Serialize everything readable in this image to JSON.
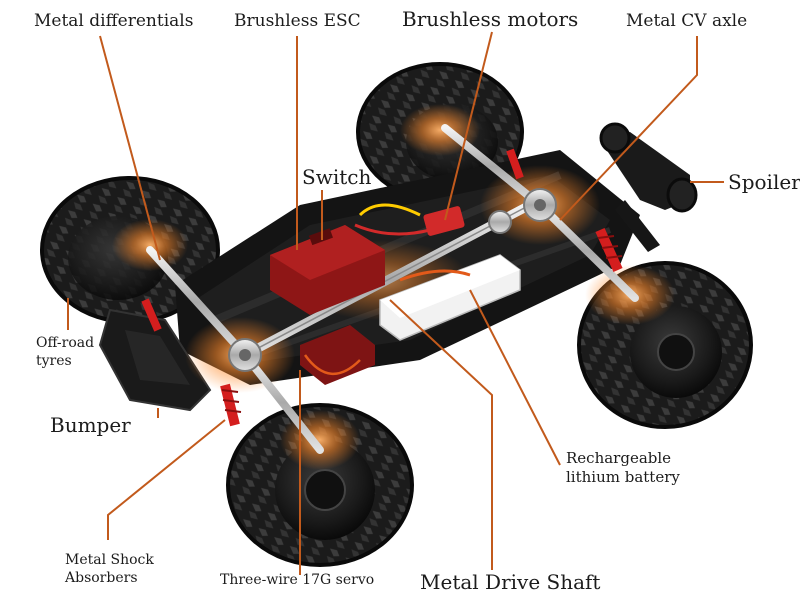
{
  "callouts": {
    "metal_differentials": "Metal differentials",
    "brushless_esc": "Brushless ESC",
    "brushless_motors": "Brushless motors",
    "metal_cv_axle": "Metal CV axle",
    "switch": "Switch",
    "spoiler": "Spoiler",
    "offroad_tyres_line1": "Off-road",
    "offroad_tyres_line2": "tyres",
    "bumper": "Bumper",
    "rechargeable_battery_line1": "Rechargeable",
    "rechargeable_battery_line2": "lithium battery",
    "metal_shock_absorbers_line1": "Metal Shock",
    "metal_shock_absorbers_line2": "Absorbers",
    "three_wire_servo": "Three-wire 17G servo",
    "metal_drive_shaft": "Metal Drive Shaft"
  },
  "colors": {
    "leader_line": "#c25a1c",
    "glow": "#ff8a2a",
    "tyre": "#1b1b1b",
    "tyre_tread": "#3a3a3a",
    "chassis": "#141414",
    "esc_body": "#8e1616",
    "battery_body": "#f2f2f2",
    "metal": "#c9c9c9",
    "spring": "#d41e1e",
    "label_text": "#1c1c1c"
  }
}
